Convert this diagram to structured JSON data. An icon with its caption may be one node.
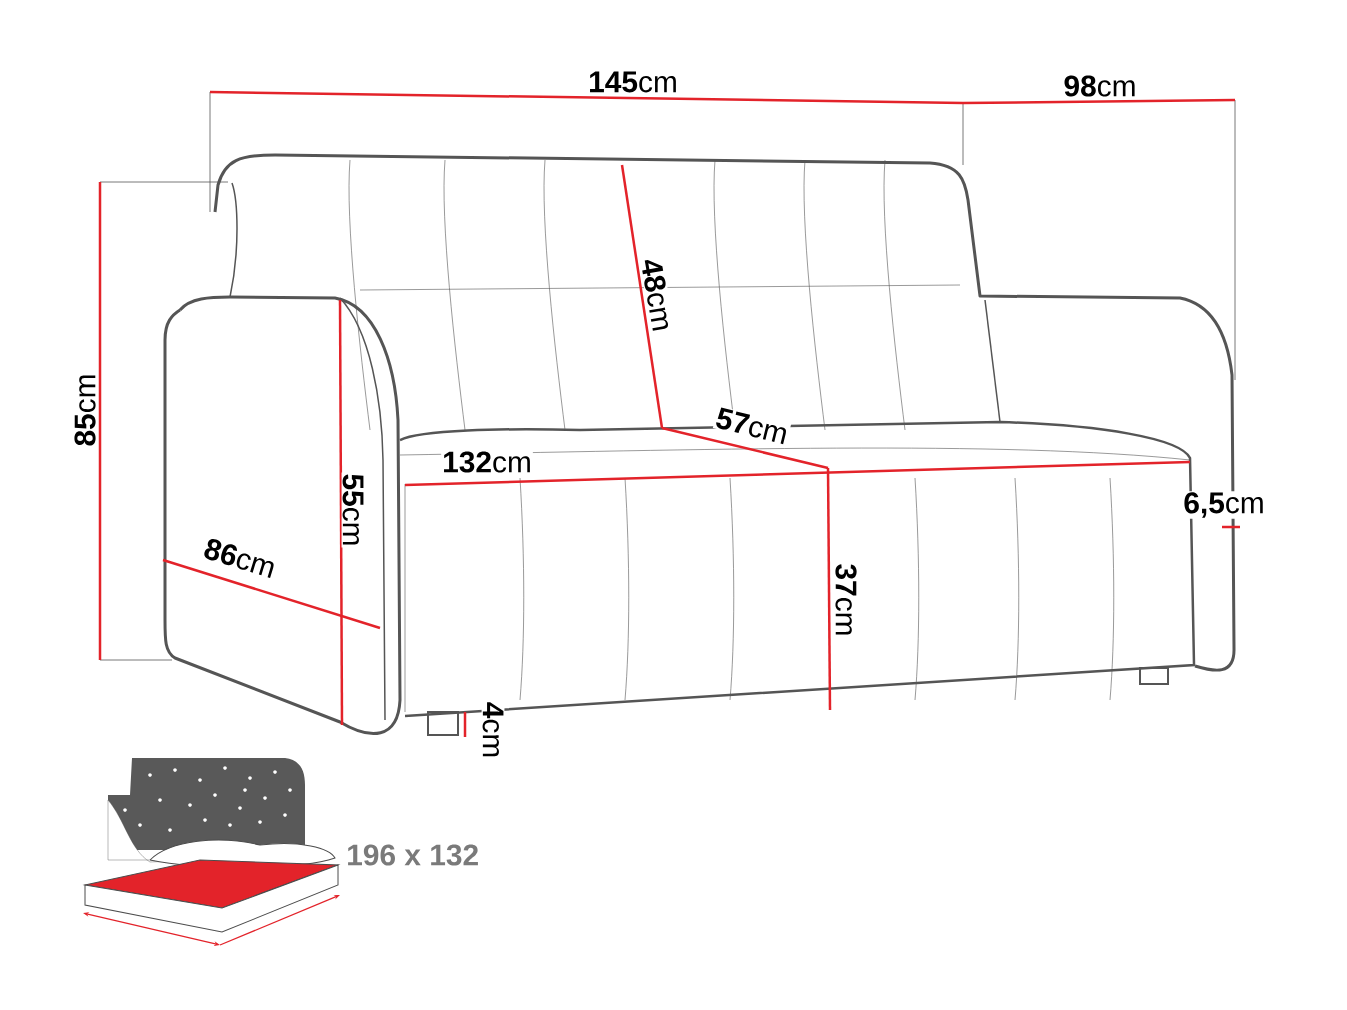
{
  "diagram": {
    "labels": [
      "**145**cm",
      "**98**cm",
      "**85**cm",
      "**48**cm",
      "**57**cm",
      "**132**cm",
      "**55**cm",
      "**86**cm",
      "**37**cm",
      "**6,5**cm",
      "**4**cm",
      "196 x 132"
    ]
  }
}
